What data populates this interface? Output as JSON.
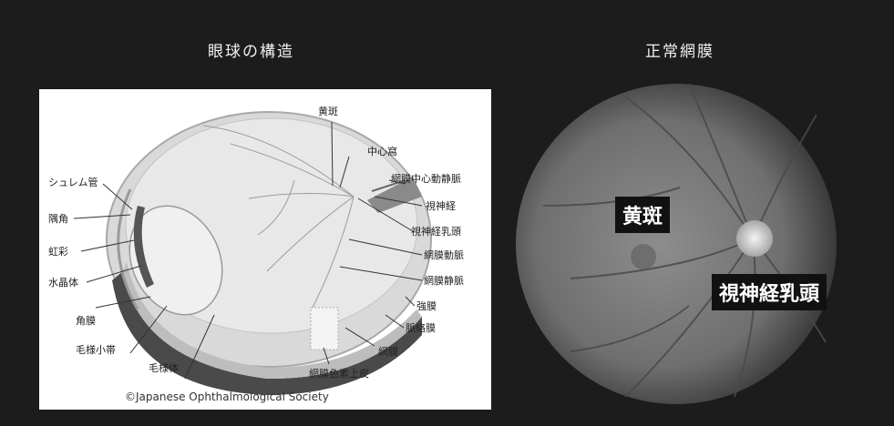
{
  "titles": {
    "left": "眼球の構造",
    "right": "正常網膜"
  },
  "eye_labels": {
    "kohan": "黄斑",
    "chushinka": "中心窩",
    "mōmaku_chushin_domyaku": "網膜中心動静脈",
    "shishinkei": "視神経",
    "shishinkei_nyuto": "視神経乳頭",
    "momaku_domyaku": "網膜動脈",
    "momaku_jomyaku": "網膜静脈",
    "kyomaku": "強膜",
    "myakurakumaku": "脈絡膜",
    "momaku": "網膜",
    "momaku_shikiso": "網膜色素上皮",
    "mōyōtai": "毛様体",
    "mōyō_shotai": "毛様小帯",
    "kakumaku": "角膜",
    "suishotai": "水晶体",
    "kosai": "虹彩",
    "gukaku": "隅角",
    "schlemm": "シュレム管"
  },
  "copyright": "©Japanese Ophthalmological Society",
  "fundus_labels": {
    "macula": "黄斑",
    "disc": "視神経乳頭"
  },
  "colors": {
    "background": "#1c1c1c",
    "panel": "#ffffff",
    "label_bg": "#111111"
  }
}
